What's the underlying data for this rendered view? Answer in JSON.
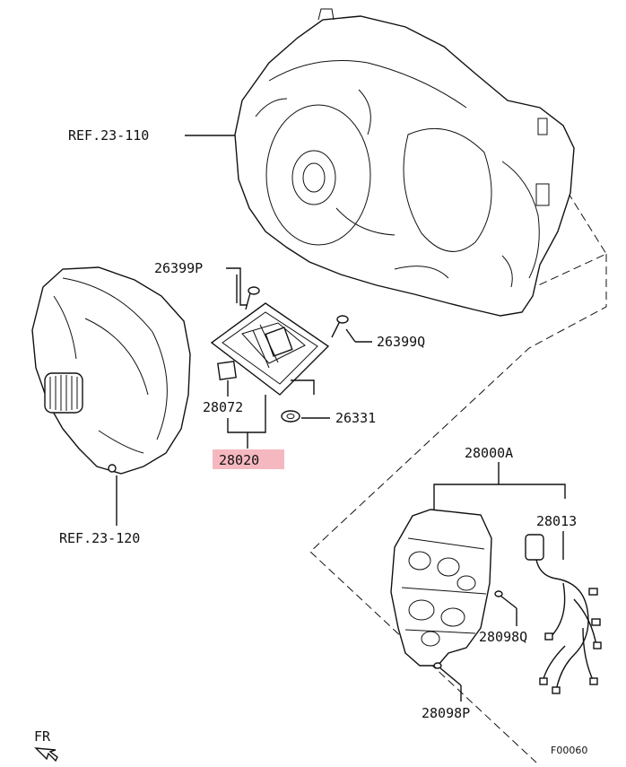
{
  "diagram": {
    "callouts": [
      {
        "id": "ref-23-110",
        "text": "REF.23-110"
      },
      {
        "id": "26399p",
        "text": "26399P"
      },
      {
        "id": "26399q",
        "text": "26399Q"
      },
      {
        "id": "28072",
        "text": "28072"
      },
      {
        "id": "26331",
        "text": "26331"
      },
      {
        "id": "28020",
        "text": "28020",
        "highlight_color": "#f6b8c0"
      },
      {
        "id": "ref-23-120",
        "text": "REF.23-120"
      },
      {
        "id": "28000a",
        "text": "28000A"
      },
      {
        "id": "28013",
        "text": "28013"
      },
      {
        "id": "28098q",
        "text": "28098Q"
      },
      {
        "id": "28098p",
        "text": "28098P"
      }
    ],
    "direction_marker": "FR",
    "figure_code": "F00060",
    "line_color": "#111111"
  }
}
